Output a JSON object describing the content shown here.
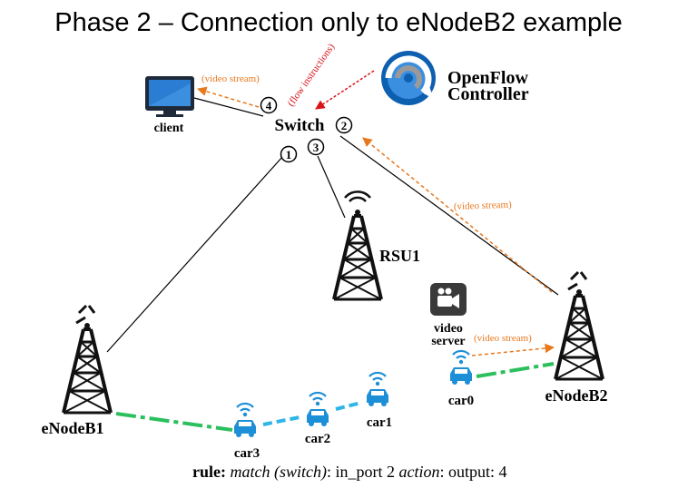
{
  "title": "Phase 2 – Connection only to eNodeB2 example",
  "controller": {
    "line1": "OpenFlow",
    "line2": "Controller"
  },
  "switch": {
    "label": "Switch",
    "ports": [
      "1",
      "2",
      "3",
      "4"
    ]
  },
  "client": {
    "label": "client"
  },
  "rsu": {
    "label": "RSU1"
  },
  "enodeb1": {
    "label": "eNodeB1"
  },
  "enodeb2": {
    "label": "eNodeB2"
  },
  "video_server": {
    "line1": "video",
    "line2": "server"
  },
  "annotations": {
    "flow_instructions": "(flow instructions)",
    "video_stream_client": "(video stream)",
    "video_stream_link": "(video stream)",
    "video_stream_server": "(video stream)"
  },
  "cars": [
    "car0",
    "car1",
    "car2",
    "car3"
  ],
  "rule": {
    "rule_label": "rule:",
    "match_label": "match (switch)",
    "match_value": ": in_port 2 ",
    "action_label": "action",
    "action_value": ": output: 4"
  },
  "colors": {
    "link": "#000000",
    "stream": "#e8781e",
    "flow": "#d8141a",
    "wireless_green": "#2bbf5e",
    "wireless_cyan": "#2fb6e6",
    "car_blue": "#1d8fd6",
    "client_screen": "#2a7dd2"
  }
}
